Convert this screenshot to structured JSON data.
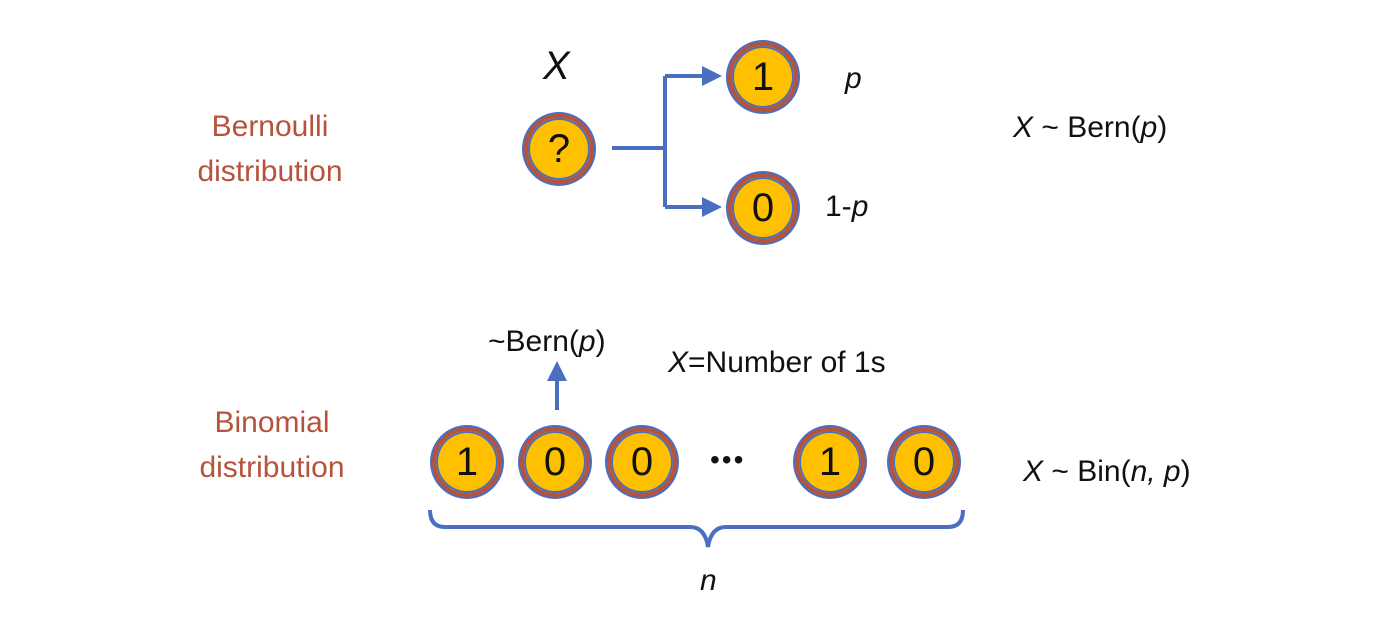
{
  "bernoulli": {
    "label_line1": "Bernoulli",
    "label_line2": "distribution",
    "var": "X",
    "unknown": "?",
    "outcome_top": "1",
    "outcome_bottom": "0",
    "prob_top": "p",
    "prob_bottom_prefix": "1-",
    "prob_bottom_var": "p",
    "formula_var": "X",
    "formula_mid": " ~ Bern(",
    "formula_arg": "p",
    "formula_end": ")"
  },
  "binomial": {
    "label_line1": "Binomial",
    "label_line2": "distribution",
    "trial_prefix": "~Bern(",
    "trial_arg": "p",
    "trial_end": ")",
    "count_var": "X",
    "count_text": "=Number of 1s",
    "coins": [
      "1",
      "0",
      "0",
      "1",
      "0"
    ],
    "ellipsis": "•••",
    "brace_label": "n",
    "formula_var": "X",
    "formula_mid": " ~ Bin(",
    "formula_args": "n, p",
    "formula_end": ")"
  },
  "colors": {
    "coin_fill": "#ffc000",
    "coin_ring": "#b5533c",
    "accent_blue": "#4a6fc0",
    "label_red": "#b5533c"
  }
}
